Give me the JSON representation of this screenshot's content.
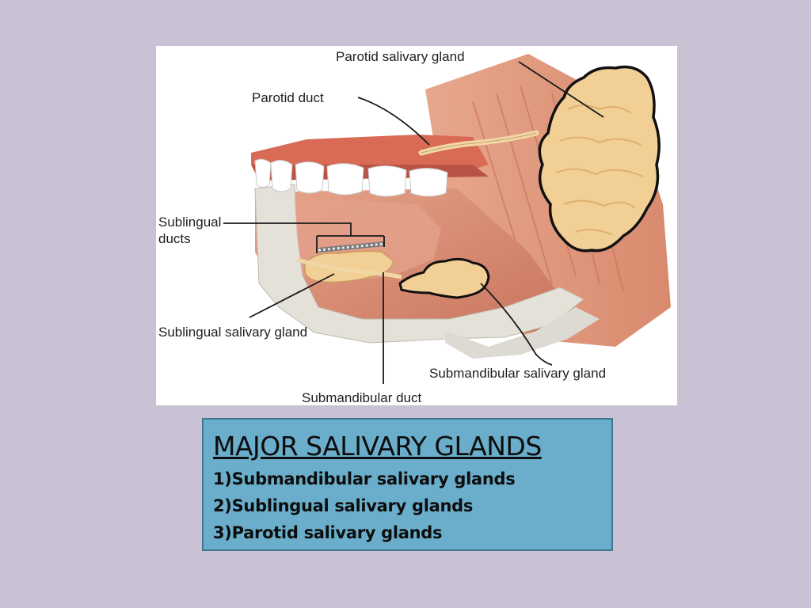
{
  "figure": {
    "labels": {
      "parotid_gland": "Parotid salivary gland",
      "parotid_duct": "Parotid duct",
      "sublingual_ducts_line1": "Sublingual",
      "sublingual_ducts_line2": "ducts",
      "sublingual_gland": "Sublingual salivary gland",
      "submandibular_gland": "Submandibular salivary gland",
      "submandibular_duct": "Submandibular duct"
    },
    "colors": {
      "gland": "#f2cf95",
      "muscle": "#d88a6e",
      "muscle_dark": "#b9604a",
      "gum": "#d96a55",
      "tooth": "#ffffff",
      "bone": "#e3e1d8"
    }
  },
  "info": {
    "title": "MAJOR SALIVARY GLANDS",
    "items": [
      "1)Submandibular salivary glands",
      "2)Sublingual salivary glands",
      "3)Parotid salivary glands"
    ]
  }
}
